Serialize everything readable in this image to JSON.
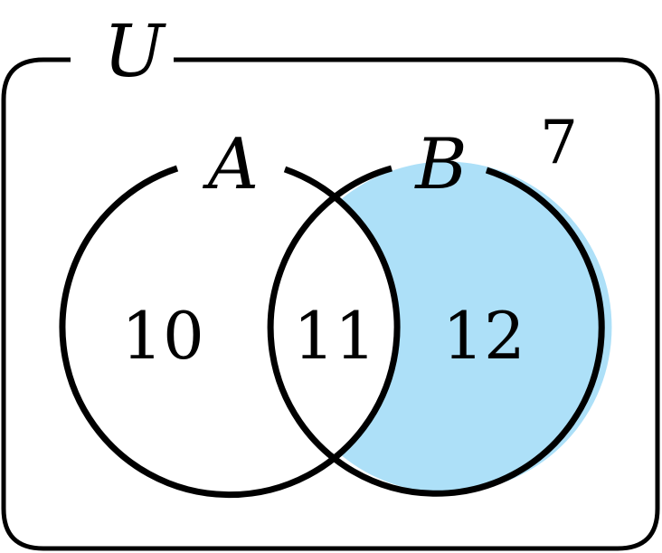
{
  "universe": {
    "label": "U",
    "outside_count": "7"
  },
  "sets": {
    "a": {
      "label": "A",
      "only_count": "10"
    },
    "b": {
      "label": "B",
      "only_count": "12",
      "highlighted": true
    },
    "intersection_count": "11"
  },
  "colors": {
    "stroke": "#000000",
    "highlight_fill": "#ade0f8",
    "background": "#ffffff"
  }
}
